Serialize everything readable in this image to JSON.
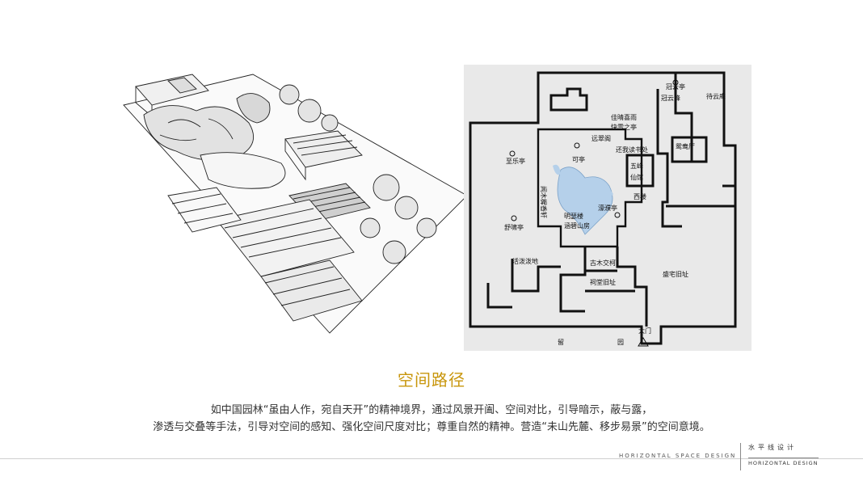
{
  "plan": {
    "labels": {
      "guanyun_ting": "冠云亭",
      "guanyun_feng": "冠云峰",
      "daiyun_an": "待云庵",
      "jiaqing_xiyu": "佳晴喜雨",
      "kuaixue_zhiting": "快雪之亭",
      "yuancui_ge": "远翠阁",
      "huanwo_dushu": "还我读书处",
      "zhiyang_ting": "至乐亭",
      "ke_ting": "可亭",
      "wufeng_xianguan": "五峰仙馆",
      "yuanyang_ting": "鸳鸯厅",
      "xilou": "西楼",
      "wenmu_xixiang": "闻木樨香轩",
      "shuxiao_ting": "舒啸亭",
      "haopu_ting": "濠濮亭",
      "mingse_lou": "明瑟楼",
      "hanbi_shanfang": "涵碧山房",
      "huopo_podi": "活泼泼地",
      "gumu_jiaoke": "古木交柯",
      "citang_jiuzhi": "祠堂旧址",
      "shengzhai_jiuzhi": "盛宅旧址",
      "damen": "大门",
      "liu": "留",
      "yuan": "园"
    }
  },
  "title": "空间路径",
  "desc": {
    "line1": "如中国园林“虽由人作，宛自天开”的精神境界，通过风景开阖、空间对比，引导暗示，蔽与露，",
    "line2": "渗透与交叠等手法，引导对空间的感知、强化空间尺度对比；尊重自然的精神。营造“未山先麓、移步易景”的空间意境。"
  },
  "footer": {
    "left_brand": "HORIZONTAL SPACE DESIGN",
    "right_cn": "水平线设计",
    "right_en": "HORIZONTAL DESIGN"
  }
}
